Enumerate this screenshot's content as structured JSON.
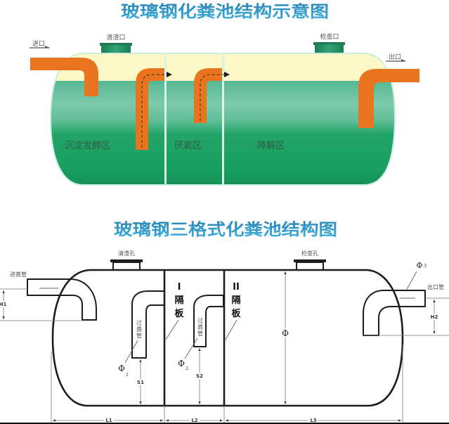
{
  "top_diagram": {
    "title": "玻璃钢化粪池结构示意图",
    "inlet_label": "进口",
    "outlet_label": "出口",
    "cleanout_label": "清渣口",
    "inspection_label": "检查口",
    "zones": [
      {
        "label": "沉淀发酵区"
      },
      {
        "label": "厌氧区"
      },
      {
        "label": "降解区"
      }
    ]
  },
  "bottom_diagram": {
    "title": "玻璃钢三格式化粪池结构图",
    "cleanout_label": "清渣孔",
    "inspection_label": "检查孔",
    "inlet_pipe_label": "进粪管",
    "outlet_pipe_label": "出口管",
    "filter_pipe_label": "过粪管",
    "partitions": [
      {
        "numeral": "I",
        "char_1": "隔",
        "char_2": "板"
      },
      {
        "numeral": "II",
        "char_1": "隔",
        "char_2": "板"
      }
    ],
    "dimensions": {
      "h1": "H1",
      "h2": "H2",
      "s1": "S1",
      "s2": "S2",
      "l1": "L1",
      "l2": "L2",
      "l3": "L3",
      "diameter": "Φ",
      "phi_1": {
        "symbol": "Φ",
        "sub": "1"
      },
      "phi_2": {
        "symbol": "Φ",
        "sub": "2"
      },
      "phi_3": {
        "symbol": "Φ",
        "sub": "3"
      }
    }
  }
}
